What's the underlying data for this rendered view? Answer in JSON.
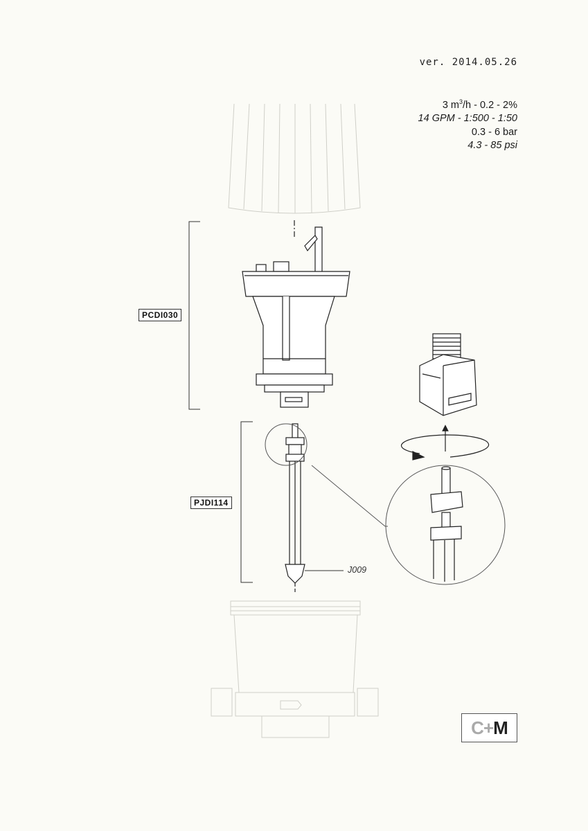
{
  "header": {
    "version": "ver. 2014.05.26"
  },
  "specs": {
    "flow_metric_value": "3 m",
    "flow_metric_exp": "3",
    "flow_metric_rest": "/h -   0.2 -  2%",
    "flow_imperial": "14 GPM - 1:500 - 1:50",
    "pressure_metric": "0.3  -  6 bar",
    "pressure_imperial": "4.3 - 85 psi"
  },
  "parts": {
    "upper_assembly_code": "PCDI030",
    "piston_assembly_code": "PJDI114",
    "seal_code": "J009"
  },
  "logo": {
    "left": "C",
    "plus": "+",
    "right": "M"
  },
  "colors": {
    "line": "#222222",
    "ghost": "#c9c9c2",
    "paper": "#fbfbf6"
  }
}
